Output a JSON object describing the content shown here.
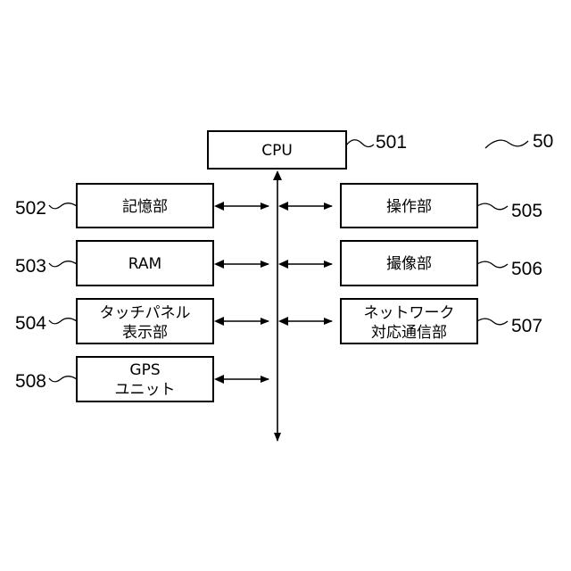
{
  "figure_ref": "50",
  "blocks": {
    "cpu": {
      "label": "CPU",
      "ref": "501"
    },
    "storage": {
      "label": "記憶部",
      "ref": "502"
    },
    "ram": {
      "label": "RAM",
      "ref": "503"
    },
    "touch_panel": {
      "label_line1": "タッチパネル",
      "label_line2": "表示部",
      "ref": "504"
    },
    "operation": {
      "label": "操作部",
      "ref": "505"
    },
    "imaging": {
      "label": "撮像部",
      "ref": "506"
    },
    "network": {
      "label_line1": "ネットワーク",
      "label_line2": "対応通信部",
      "ref": "507"
    },
    "gps": {
      "label_line1": "GPS",
      "label_line2": "ユニット",
      "ref": "508"
    }
  }
}
